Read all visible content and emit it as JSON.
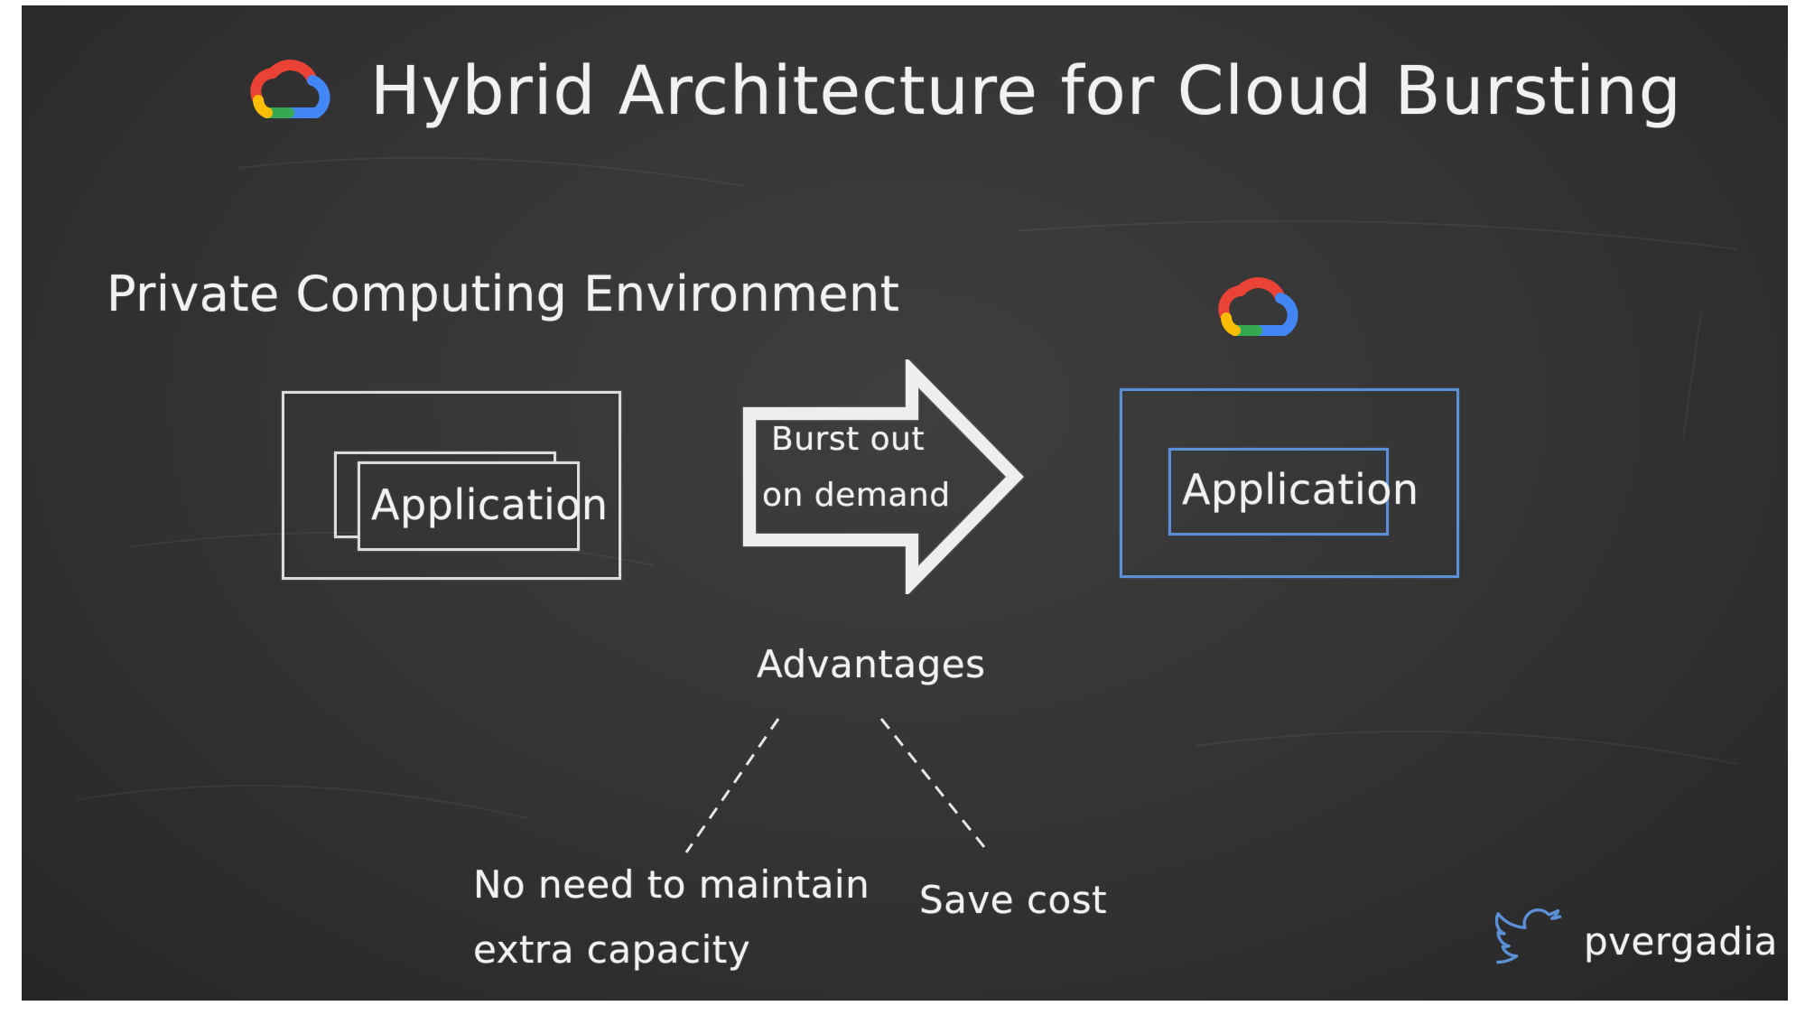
{
  "title": "Hybrid Architecture for Cloud Bursting",
  "private_env": {
    "label": "Private Computing Environment",
    "app_label": "Application"
  },
  "arrow": {
    "line1": "Burst out",
    "line2": "on demand"
  },
  "cloud_env": {
    "app_label": "Application",
    "icon": "google-cloud-icon"
  },
  "advantages": {
    "heading": "Advantages",
    "items": [
      {
        "line1": "No need to maintain",
        "line2": "extra capacity"
      },
      {
        "line1": "Save cost"
      }
    ]
  },
  "footer": {
    "handle": "pvergadia",
    "icon": "twitter-bird-icon"
  },
  "colors": {
    "board": "#353535",
    "chalk": "#f1f1f1",
    "cloud_box": "#5b8fd6",
    "gc_red": "#ea4335",
    "gc_yellow": "#fbbc04",
    "gc_green": "#34a853",
    "gc_blue": "#4285f4"
  }
}
